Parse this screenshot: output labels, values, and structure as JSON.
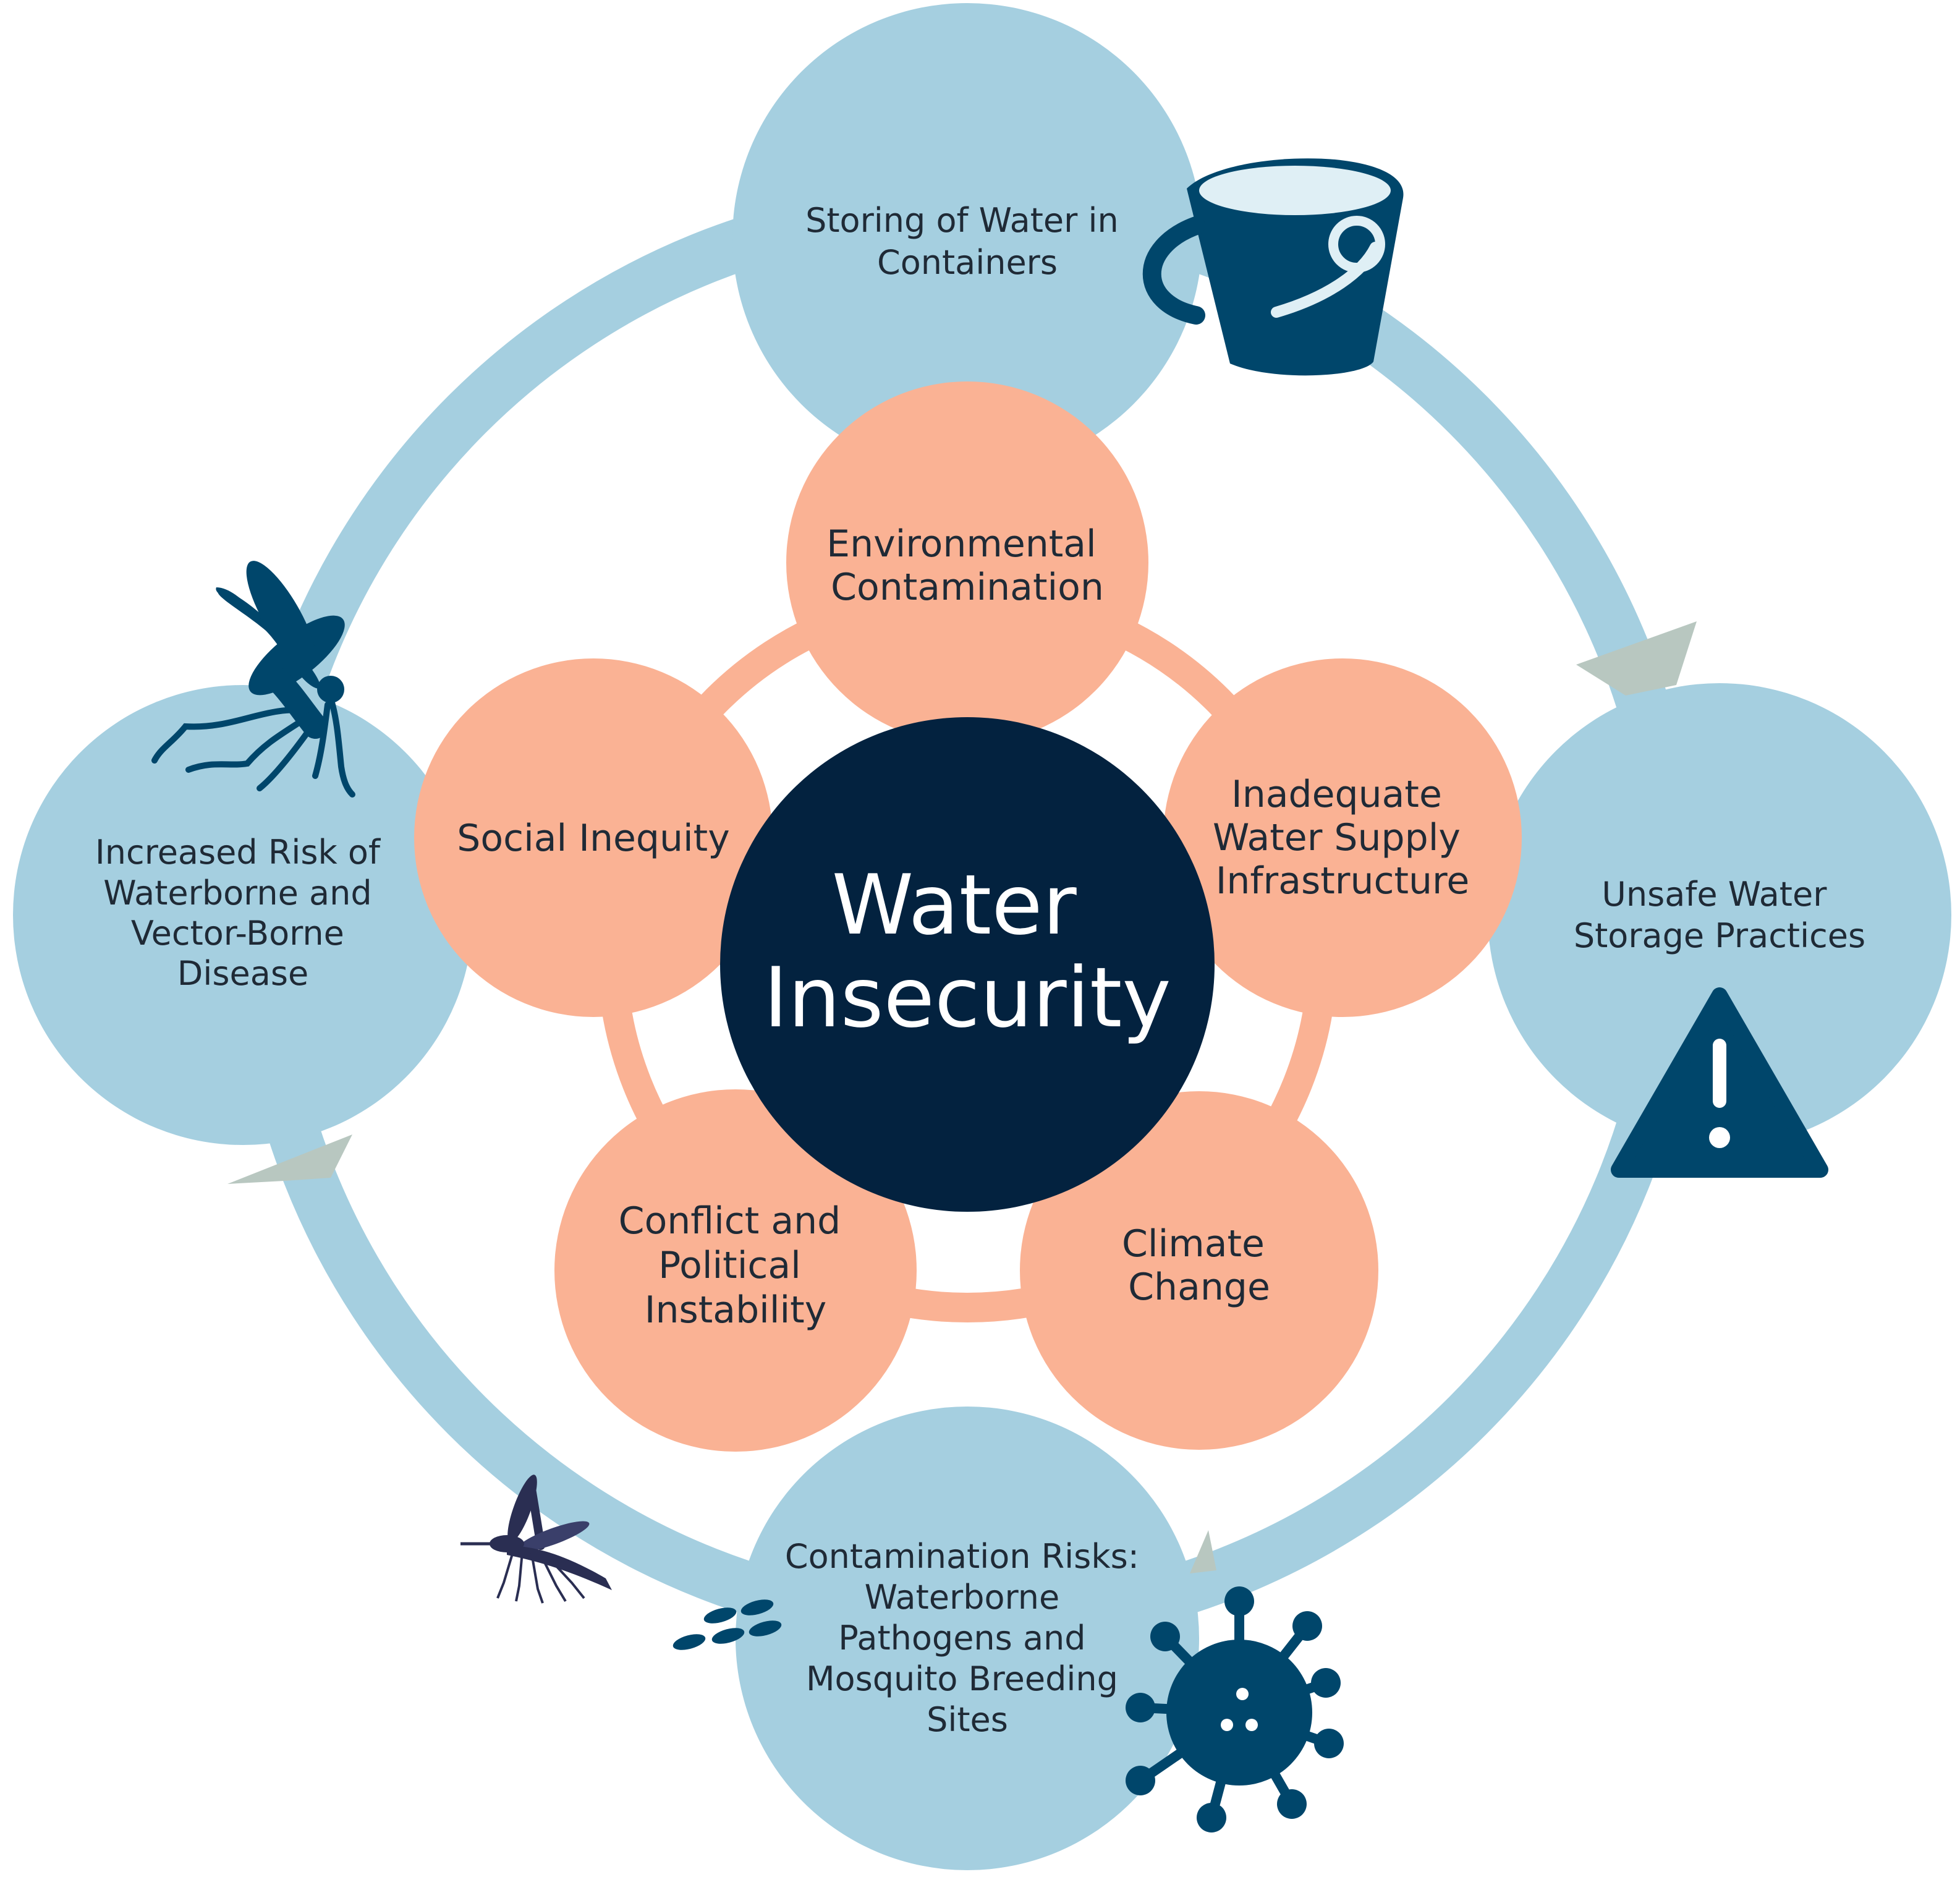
{
  "diagram": {
    "center": {
      "lines": [
        "Water",
        "Insecurity"
      ]
    },
    "outer_nodes": [
      {
        "id": "storing",
        "lines": [
          "Storing of Water in",
          "Containers"
        ]
      },
      {
        "id": "unsafe",
        "lines": [
          "Unsafe Water",
          "Storage Practices"
        ]
      },
      {
        "id": "contamination",
        "lines": [
          "Contamination Risks:",
          "Waterborne",
          "Pathogens and",
          "Mosquito Breeding",
          "Sites"
        ]
      },
      {
        "id": "risk",
        "lines": [
          "Increased Risk of",
          "Waterborne and",
          "Vector-Borne",
          "Disease"
        ]
      }
    ],
    "inner_nodes": [
      {
        "id": "environmental",
        "lines": [
          "Environmental",
          "Contamination"
        ]
      },
      {
        "id": "infrastructure",
        "lines": [
          "Inadequate",
          "Water Supply",
          "Infrastructure"
        ]
      },
      {
        "id": "climate",
        "lines": [
          "Climate",
          "Change"
        ]
      },
      {
        "id": "conflict",
        "lines": [
          "Conflict and",
          "Political",
          "Instability"
        ]
      },
      {
        "id": "social",
        "lines": [
          "Social Inequity"
        ]
      }
    ],
    "icons": [
      "bucket-icon",
      "warning-icon",
      "virus-icon",
      "mosquito-icon",
      "mosquito-small-icon",
      "larvae-icon"
    ],
    "colors": {
      "outer_circle": "#a5cfe0",
      "inner_circle": "#fab294",
      "center_circle": "#03223f",
      "icon": "#00466b",
      "arrow_tip": "#b8c7c0"
    }
  }
}
